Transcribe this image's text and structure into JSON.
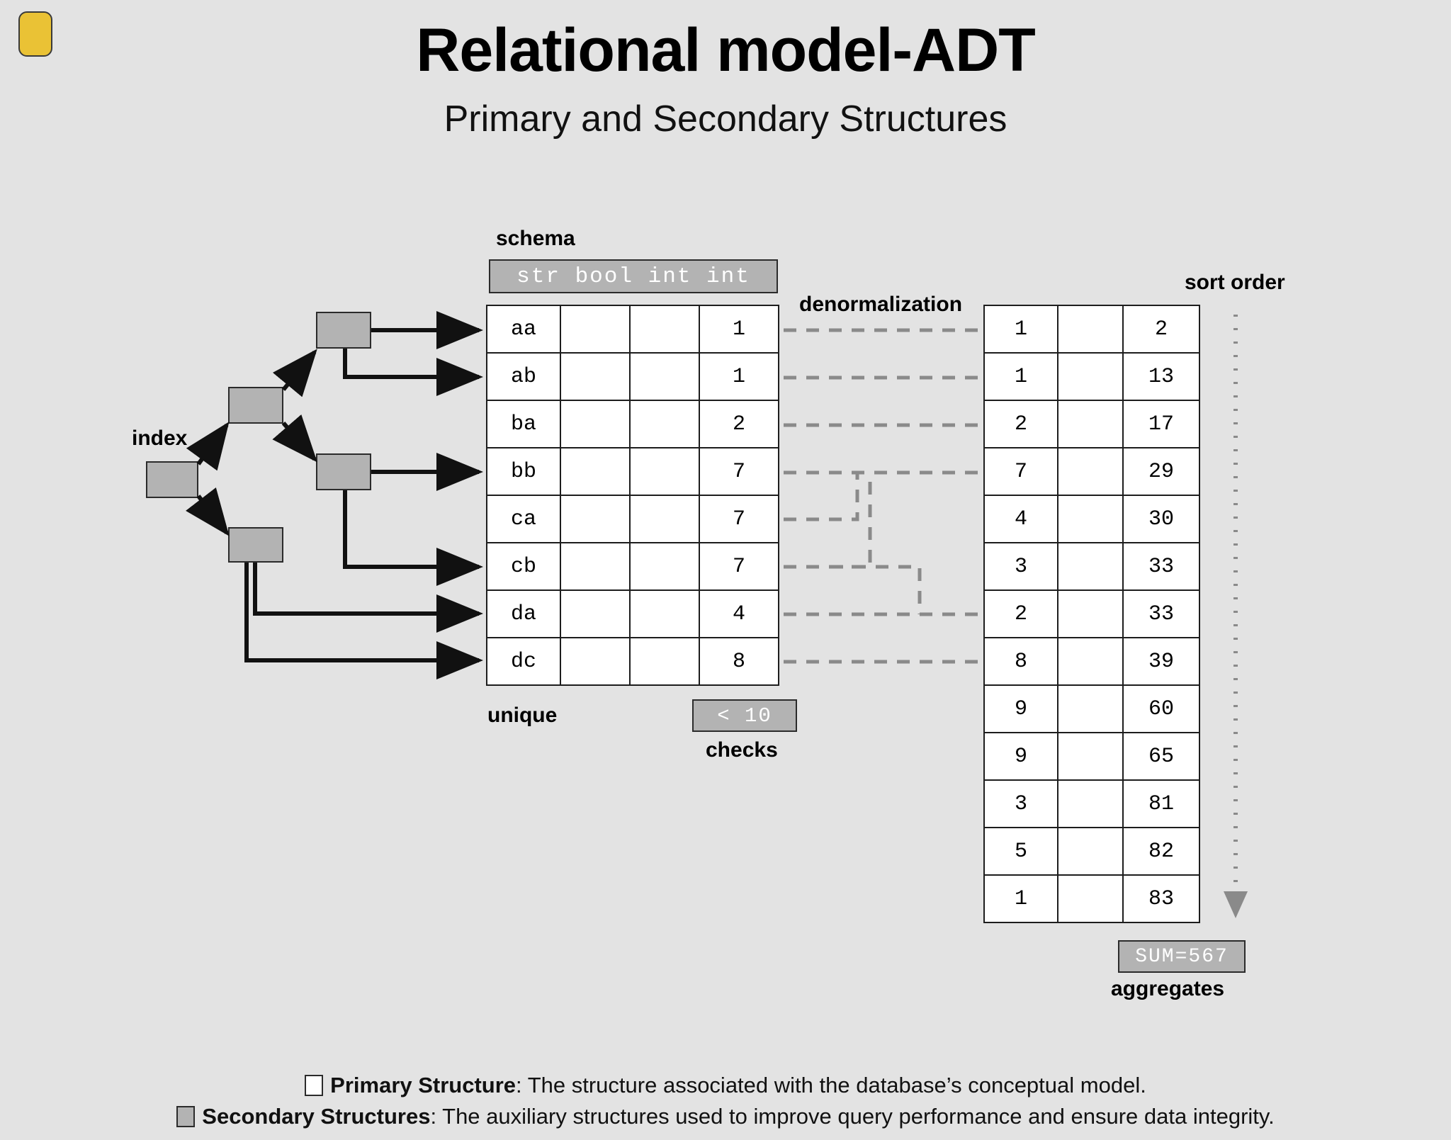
{
  "header": {
    "title": "Relational model-ADT",
    "subtitle": "Primary and Secondary Structures",
    "badge_color": "#eac235"
  },
  "labels": {
    "schema": "schema",
    "index": "index",
    "unique": "unique",
    "checks": "checks",
    "denormalization": "denormalization",
    "sort_order": "sort order",
    "aggregates": "aggregates"
  },
  "chips": {
    "schema_types": "str  bool  int  int",
    "check_expr": "< 10",
    "aggregate_expr": "SUM=567"
  },
  "primary_table": {
    "columns": [
      "str",
      "bool",
      "int",
      "int"
    ],
    "rows": [
      {
        "c0": "aa",
        "c1": "",
        "c2": "",
        "c3": "1"
      },
      {
        "c0": "ab",
        "c1": "",
        "c2": "",
        "c3": "1"
      },
      {
        "c0": "ba",
        "c1": "",
        "c2": "",
        "c3": "2"
      },
      {
        "c0": "bb",
        "c1": "",
        "c2": "",
        "c3": "7"
      },
      {
        "c0": "ca",
        "c1": "",
        "c2": "",
        "c3": "7"
      },
      {
        "c0": "cb",
        "c1": "",
        "c2": "",
        "c3": "7"
      },
      {
        "c0": "da",
        "c1": "",
        "c2": "",
        "c3": "4"
      },
      {
        "c0": "dc",
        "c1": "",
        "c2": "",
        "c3": "8"
      }
    ]
  },
  "denormalized_table": {
    "rows": [
      {
        "c0": "1",
        "c1": "",
        "c2": "2"
      },
      {
        "c0": "1",
        "c1": "",
        "c2": "13"
      },
      {
        "c0": "2",
        "c1": "",
        "c2": "17"
      },
      {
        "c0": "7",
        "c1": "",
        "c2": "29"
      },
      {
        "c0": "4",
        "c1": "",
        "c2": "30"
      },
      {
        "c0": "3",
        "c1": "",
        "c2": "33"
      },
      {
        "c0": "2",
        "c1": "",
        "c2": "33"
      },
      {
        "c0": "8",
        "c1": "",
        "c2": "39"
      },
      {
        "c0": "9",
        "c1": "",
        "c2": "60"
      },
      {
        "c0": "9",
        "c1": "",
        "c2": "65"
      },
      {
        "c0": "3",
        "c1": "",
        "c2": "81"
      },
      {
        "c0": "5",
        "c1": "",
        "c2": "82"
      },
      {
        "c0": "1",
        "c1": "",
        "c2": "83"
      }
    ]
  },
  "index_tree": {
    "node_count": 5,
    "root_label": "index"
  },
  "legend": {
    "primary_term": "Primary Structure",
    "primary_desc": ": The structure associated with the database’s conceptual model.",
    "secondary_term": "Secondary Structures",
    "secondary_desc": ": The auxiliary structures used to improve query performance and ensure data integrity."
  },
  "colors": {
    "background": "#e3e3e3",
    "secondary_fill": "#b3b3b3",
    "primary_fill": "#ffffff",
    "stroke": "#1d1d1d",
    "dashed": "#7a7a7a"
  }
}
